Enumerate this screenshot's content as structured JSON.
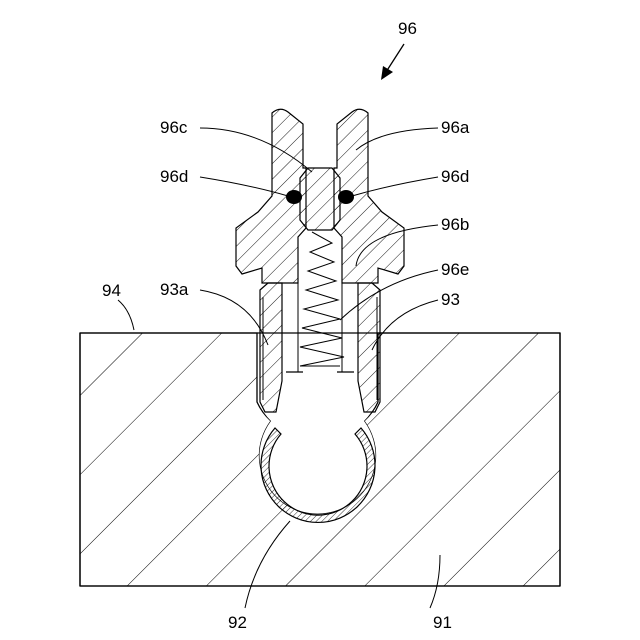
{
  "figure": {
    "labels": {
      "l96": "96",
      "l96a": "96a",
      "l96b": "96b",
      "l96c": "96c",
      "l96d_left": "96d",
      "l96d_right": "96d",
      "l96e": "96e",
      "l93": "93",
      "l93a": "93a",
      "l94": "94",
      "l92": "92",
      "l91": "91"
    },
    "colors": {
      "line": "#000000",
      "background": "#ffffff"
    }
  }
}
